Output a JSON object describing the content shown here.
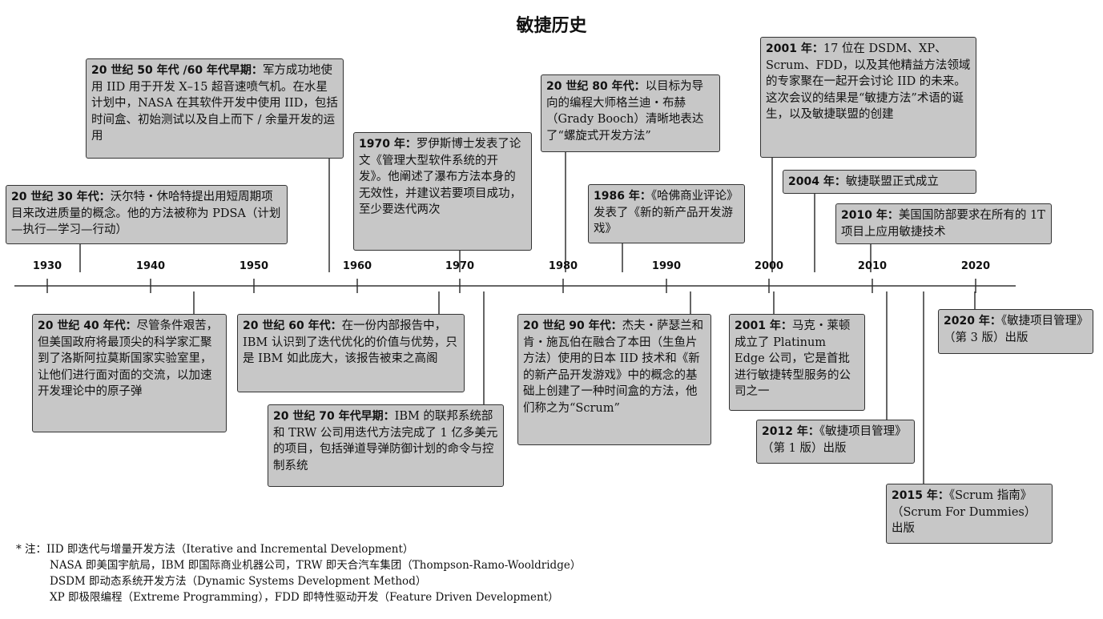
{
  "title": "敏捷历史",
  "axis_years": [
    "1930",
    "1940",
    "1950",
    "1960",
    "1970",
    "1980",
    "1990",
    "2000",
    "2010",
    "2020"
  ],
  "events": [
    {
      "id": "e1930s",
      "date": "20 世纪 30 年代：",
      "text": "沃尔特・休哈特提出用短周期项目来改进质量的概念。他的方法被称为 PDSA（计划—执行—学习—行动）"
    },
    {
      "id": "e1940s",
      "date": "20 世纪 40 年代：",
      "text": "尽管条件艰苦，但美国政府将最顶尖的科学家汇聚到了洛斯阿拉莫斯国家实验室里，让他们进行面对面的交流，以加速开发理论中的原子弹"
    },
    {
      "id": "e1950s",
      "date": "20 世纪 50 年代 /60 年代早期：",
      "text": "军方成功地使用 IID 用于开发 X–15 超音速喷气机。在水星计划中，NASA 在其软件开发中使用 IID，包括时间盒、初始测试以及自上而下 / 余量开发的运用"
    },
    {
      "id": "e1960s",
      "date": "20 世纪 60 年代：",
      "text": "在一份内部报告中，IBM 认识到了迭代优化的价值与优势，只是 IBM 如此庞大，该报告被束之高阁"
    },
    {
      "id": "e1970",
      "date": "1970 年：",
      "text": "罗伊斯博士发表了论文《管理大型软件系统的开发》。他阐述了瀑布方法本身的无效性，并建议若要项目成功，至少要迭代两次"
    },
    {
      "id": "e1970s",
      "date": "20 世纪 70 年代早期：",
      "text": "IBM 的联邦系统部和 TRW 公司用迭代方法完成了 1 亿多美元的项目，包括弹道导弹防御计划的命令与控制系统"
    },
    {
      "id": "e1980s",
      "date": "20 世纪 80 年代：",
      "text": "以目标为导向的编程大师格兰迪・布赫（Grady Booch）清晰地表达了“螺旋式开发方法”"
    },
    {
      "id": "e1986",
      "date": "1986 年：",
      "text": "《哈佛商业评论》发表了《新的新产品开发游戏》"
    },
    {
      "id": "e1990s",
      "date": "20 世纪 90 年代：",
      "text": "杰夫・萨瑟兰和肯・施瓦伯在融合了本田（生鱼片方法）使用的日本 IID 技术和《新的新产品开发游戏》中的概念的基础上创建了一种时间盒的方法，他们称之为“Scrum”"
    },
    {
      "id": "e2001a",
      "date": "2001 年：",
      "text": "17 位在 DSDM、XP、Scrum、FDD，以及其他精益方法领域的专家聚在一起开会讨论 IID 的未来。这次会议的结果是“敏捷方法”术语的诞生，以及敏捷联盟的创建"
    },
    {
      "id": "e2001b",
      "date": "2001 年：",
      "text": "马克・莱顿成立了 Platinum Edge 公司，它是首批进行敏捷转型服务的公司之一"
    },
    {
      "id": "e2004",
      "date": "2004 年：",
      "text": "敏捷联盟正式成立"
    },
    {
      "id": "e2010",
      "date": "2010 年：",
      "text": "美国国防部要求在所有的 1T 项目上应用敏捷技术"
    },
    {
      "id": "e2012",
      "date": "2012 年：",
      "text": "《敏捷项目管理》（第 1 版）出版"
    },
    {
      "id": "e2015",
      "date": "2015 年：",
      "text": "《Scrum 指南》（Scrum For Dummies）出版"
    },
    {
      "id": "e2020",
      "date": "2020 年：",
      "text": "《敏捷项目管理》（第 3 版）出版"
    }
  ],
  "notes": [
    "* 注：IID 即迭代与增量开发方法（Iterative and Incremental Development）",
    "NASA 即美国宇航局，IBM 即国际商业机器公司，TRW 即天合汽车集团（Thompson-Ramo-Wooldridge）",
    "DSDM 即动态系统开发方法（Dynamic Systems Development Method）",
    "XP 即极限编程（Extreme Programming），FDD 即特性驱动开发（Feature Driven Development）"
  ]
}
